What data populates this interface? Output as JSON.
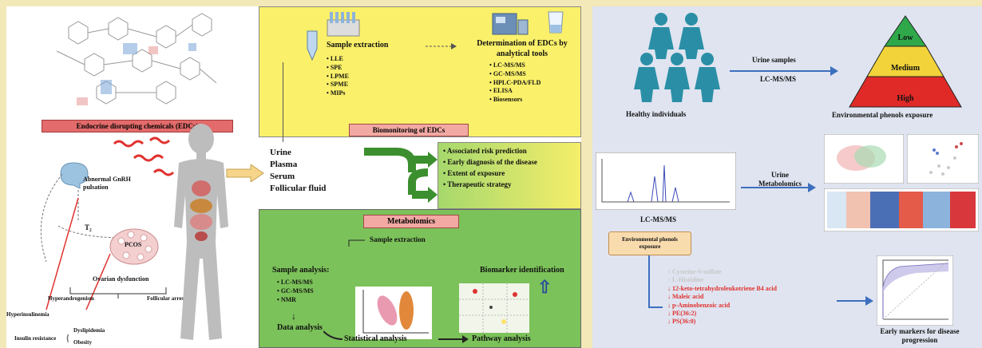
{
  "left": {
    "edc_label": "Endocrine disrupting chemicals (EDCs)",
    "gnrh_label": "Abnormal GnRH pulsation",
    "t2_label": "T₂",
    "pcos_label": "PCOS",
    "ovarian_label": "Ovarian dysfunction",
    "hyperandrogenism_label": "Hyperandrogenism",
    "follicular_label": "Follicular arrest",
    "hyperinsulinemia_label": "Hyperinsulinemia",
    "insulin_label": "Insulin resistance",
    "dyslipidemia_label": "Dyslipidemia",
    "obesity_label": "Obesity",
    "samples": [
      "Urine",
      "Plasma",
      "Serum",
      "Follicular fluid"
    ],
    "biomonitoring": {
      "sample_extraction_title": "Sample extraction",
      "extraction_methods": [
        "LLE",
        "SPE",
        "LPME",
        "SPME",
        "MIPs"
      ],
      "determination_title": "Determination of EDCs by analytical tools",
      "analytical_tools": [
        "LC-MS/MS",
        "GC-MS/MS",
        "HPLC-PDA/FLD",
        "ELISA",
        "Biosensors"
      ],
      "banner": "Biomonitoring of EDCs"
    },
    "outcomes": [
      "Associated risk prediction",
      "Early diagnosis of the disease",
      "Extent of exposure",
      "Therapeutic strategy"
    ],
    "metabolomics": {
      "banner": "Metabolomics",
      "sample_extraction": "Sample extraction",
      "sample_analysis_title": "Sample analysis:",
      "analysis_methods": [
        "LC-MS/MS",
        "GC-MS/MS",
        "NMR"
      ],
      "data_analysis": "Data analysis",
      "biomarker": "Biomarker identification",
      "statistical": "Statistical analysis",
      "pathway": "Pathway analysis"
    }
  },
  "right": {
    "healthy": "Healthy individuals",
    "urine_samples": "Urine samples",
    "lcmsms_top": "LC-MS/MS",
    "pyramid": [
      "Low",
      "Medium",
      "High"
    ],
    "env_exposure": "Environmental phenols exposure",
    "lcmsms_bottom": "LC-MS/MS",
    "urine_metabolomics": "Urine Metabolomics",
    "env_box": "Environmental phenols exposure",
    "markers": [
      {
        "text": "↑ Cysteine-S-sulfate",
        "color": "#c7c7c7"
      },
      {
        "text": "↑ L-Histidine",
        "color": "#c7c7c7"
      },
      {
        "text": "↓ 12-keto-tetrahydroleukotriene B4 acid",
        "color": "#e0322f"
      },
      {
        "text": "↓ Maleic acid",
        "color": "#e0322f"
      },
      {
        "text": "↓ p-Aminobenzoic acid",
        "color": "#e0322f"
      },
      {
        "text": "↓ PE(36:2)",
        "color": "#e0322f"
      },
      {
        "text": "↓ PS(36:0)",
        "color": "#e0322f"
      }
    ],
    "early_markers": "Early markers for disease progression"
  },
  "colors": {
    "yellow_box": "#faf06a",
    "green_box": "#7cc25a",
    "pyramid_green": "#2fa84a",
    "pyramid_yellow": "#f2d33a",
    "pyramid_red": "#e02a27",
    "arrow_blue": "#3d6fbe"
  }
}
